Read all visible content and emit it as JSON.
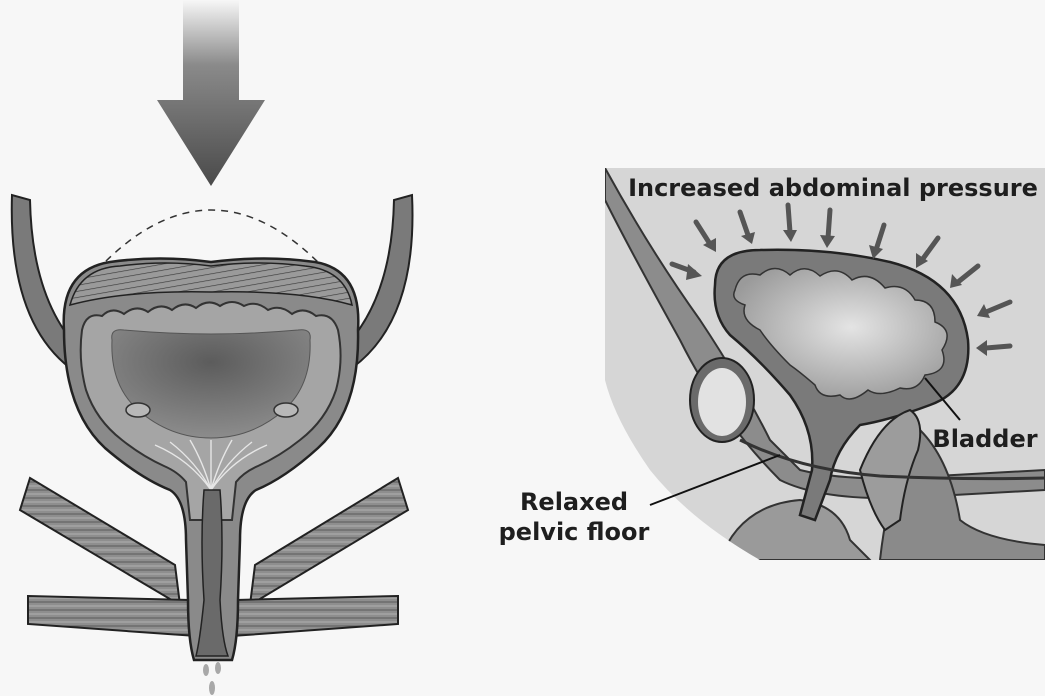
{
  "labels": {
    "pressure": "Increased abdominal pressure",
    "bladder": "Bladder",
    "pelvic_floor_line1": "Relaxed",
    "pelvic_floor_line2": "pelvic floor"
  },
  "colors": {
    "background": "#f7f7f7",
    "outline": "#2a2a2a",
    "tissue_dark": "#6e6e6e",
    "tissue_mid": "#9a9a9a",
    "tissue_light": "#c9c9c9",
    "muscle": "#8a8a8a",
    "arrow": "#555555"
  }
}
